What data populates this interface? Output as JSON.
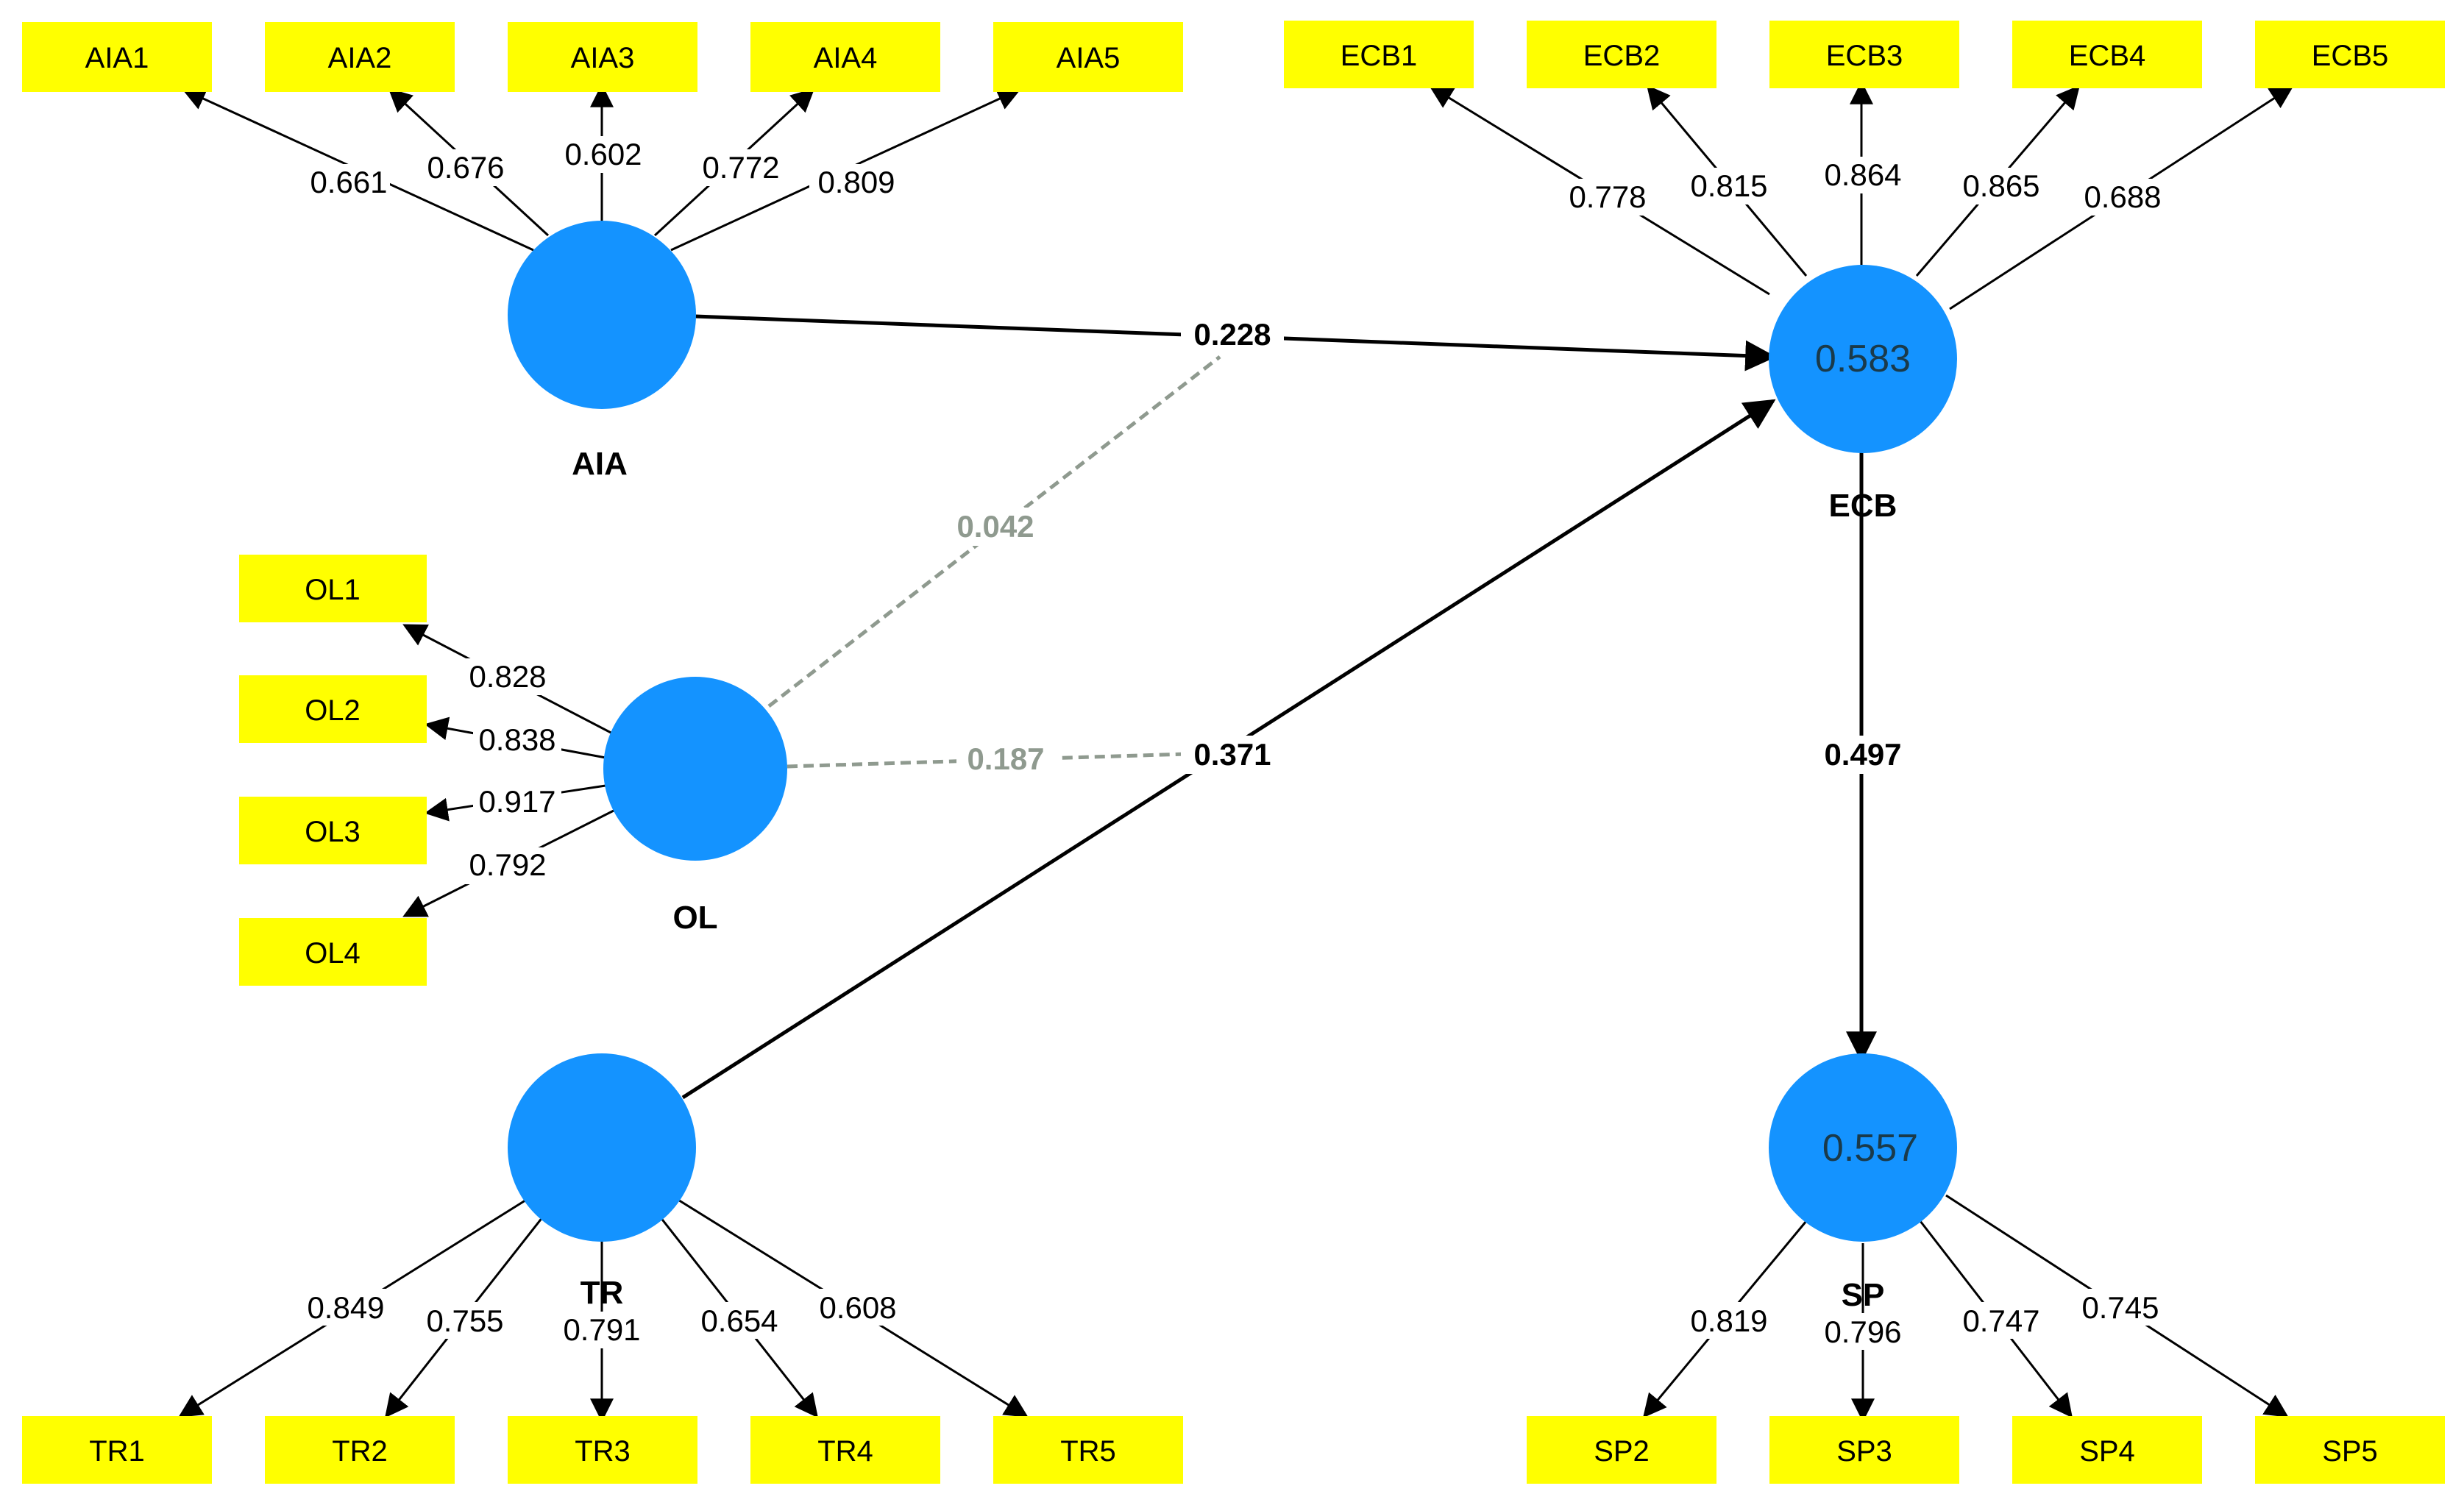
{
  "constructs": {
    "AIA": {
      "label": "AIA",
      "r2": ""
    },
    "OL": {
      "label": "OL",
      "r2": ""
    },
    "TR": {
      "label": "TR",
      "r2": ""
    },
    "ECB": {
      "label": "ECB",
      "r2": "0.583"
    },
    "SP": {
      "label": "SP",
      "r2": "0.557"
    }
  },
  "indicators": {
    "AIA": [
      {
        "name": "AIA1",
        "loading": "0.661"
      },
      {
        "name": "AIA2",
        "loading": "0.676"
      },
      {
        "name": "AIA3",
        "loading": "0.602"
      },
      {
        "name": "AIA4",
        "loading": "0.772"
      },
      {
        "name": "AIA5",
        "loading": "0.809"
      }
    ],
    "ECB": [
      {
        "name": "ECB1",
        "loading": "0.778"
      },
      {
        "name": "ECB2",
        "loading": "0.815"
      },
      {
        "name": "ECB3",
        "loading": "0.864"
      },
      {
        "name": "ECB4",
        "loading": "0.865"
      },
      {
        "name": "ECB5",
        "loading": "0.688"
      }
    ],
    "OL": [
      {
        "name": "OL1",
        "loading": "0.828"
      },
      {
        "name": "OL2",
        "loading": "0.838"
      },
      {
        "name": "OL3",
        "loading": "0.917"
      },
      {
        "name": "OL4",
        "loading": "0.792"
      }
    ],
    "TR": [
      {
        "name": "TR1",
        "loading": "0.849"
      },
      {
        "name": "TR2",
        "loading": "0.755"
      },
      {
        "name": "TR3",
        "loading": "0.791"
      },
      {
        "name": "TR4",
        "loading": "0.654"
      },
      {
        "name": "TR5",
        "loading": "0.608"
      }
    ],
    "SP": [
      {
        "name": "SP2",
        "loading": "0.819"
      },
      {
        "name": "SP3",
        "loading": "0.796"
      },
      {
        "name": "SP4",
        "loading": "0.747"
      },
      {
        "name": "SP5",
        "loading": "0.745"
      }
    ]
  },
  "paths": {
    "AIA_ECB": "0.228",
    "OL_AIA_ECB": "0.042",
    "OL_TR_ECB": "0.187",
    "TR_ECB": "0.371",
    "ECB_SP": "0.497"
  },
  "colors": {
    "indicator_fill": "#ffff00",
    "construct_fill": "#1493ff",
    "nonsignificant_path": "#8f9a8f"
  }
}
